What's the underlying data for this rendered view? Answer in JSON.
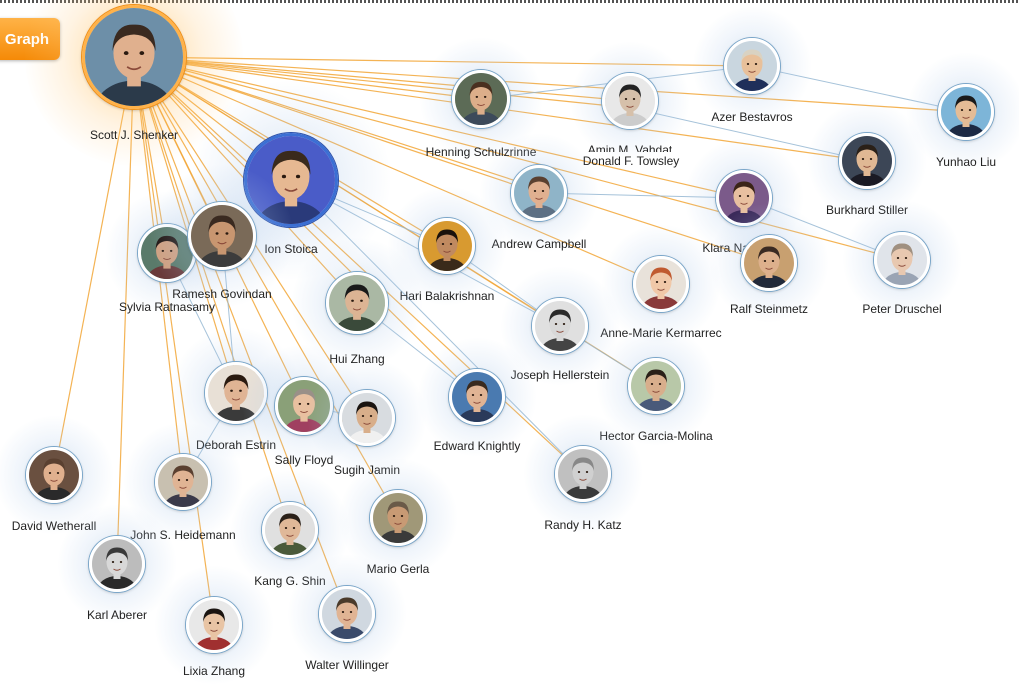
{
  "tab": {
    "label": "Graph"
  },
  "center_id": "shenker",
  "people": [
    {
      "id": "shenker",
      "name": "Scott J. Shenker",
      "skin": "#e0b08e",
      "hair": "#3a2a20",
      "bg": "#6d8fa8",
      "shirt": "#2b3a4a"
    },
    {
      "id": "bestavros",
      "name": "Azer Bestavros",
      "skin": "#e8c09a",
      "hair": "#d9d2c2",
      "bg": "#c9d6df",
      "shirt": "#1f2f5a"
    },
    {
      "id": "yunhao",
      "name": "Yunhao Liu",
      "skin": "#e4bc96",
      "hair": "#1a1a1a",
      "bg": "#7db5d8",
      "shirt": "#1c2a44"
    },
    {
      "id": "schulzrinne",
      "name": "Henning Schulzrinne",
      "skin": "#dcae8a",
      "hair": "#4a3020",
      "bg": "#5c6b56",
      "shirt": "#3c4a5a"
    },
    {
      "id": "vahdat",
      "name": "Amin M. Vahdat",
      "skin": "#d6c0aa",
      "hair": "#222222",
      "bg": "#e8e8e8",
      "shirt": "#cccccc"
    },
    {
      "id": "towsley",
      "name": "Donald F. Towsley",
      "skin": "#c8c8c8",
      "hair": "#444444",
      "bg": "#dddddd",
      "shirt": "#555555"
    },
    {
      "id": "stiller",
      "name": "Burkhard Stiller",
      "skin": "#e0b894",
      "hair": "#2a2018",
      "bg": "#3c4656",
      "shirt": "#1a1a24"
    },
    {
      "id": "campbell",
      "name": "Andrew Campbell",
      "skin": "#e0b090",
      "hair": "#5a4030",
      "bg": "#8fb4c8",
      "shirt": "#5d7084"
    },
    {
      "id": "nahrstedt",
      "name": "Klara Nahrstedt",
      "skin": "#e8c0a0",
      "hair": "#3a2418",
      "bg": "#7b5a8a",
      "shirt": "#3b2a5a"
    },
    {
      "id": "stoica",
      "name": "Ion Stoica",
      "skin": "#e6b892",
      "hair": "#3a2a1c",
      "bg": "#4a5cc8",
      "shirt": "#2a3a7a"
    },
    {
      "id": "steinmetz",
      "name": "Ralf Steinmetz",
      "skin": "#ddb08c",
      "hair": "#3a2a22",
      "bg": "#c8a070",
      "shirt": "#222a3a"
    },
    {
      "id": "druschel",
      "name": "Peter Druschel",
      "skin": "#e8c8b0",
      "hair": "#a09080",
      "bg": "#e0e4ea",
      "shirt": "#9aa4b4"
    },
    {
      "id": "ratnasamy",
      "name": "Sylvia Ratnasamy",
      "skin": "#d0a080",
      "hair": "#201410",
      "bg": "#5a7a6a",
      "shirt": "#6a3a3a"
    },
    {
      "id": "govindan",
      "name": "Ramesh Govindan",
      "skin": "#c89670",
      "hair": "#3a2a20",
      "bg": "#7a6a58",
      "shirt": "#3c3c3c"
    },
    {
      "id": "balakrishnan",
      "name": "Hari Balakrishnan",
      "skin": "#c08a60",
      "hair": "#1a120c",
      "bg": "#d89a30",
      "shirt": "#3a2a1a"
    },
    {
      "id": "kermarrec",
      "name": "Anne-Marie Kermarrec",
      "skin": "#f0c8a8",
      "hair": "#c05a30",
      "bg": "#e8e2da",
      "shirt": "#8a3a3a"
    },
    {
      "id": "huizhang",
      "name": "Hui Zhang",
      "skin": "#dcb494",
      "hair": "#1a1a1a",
      "bg": "#aab8a4",
      "shirt": "#3a4a3a"
    },
    {
      "id": "hellerstein",
      "name": "Joseph Hellerstein",
      "skin": "#d8d8d8",
      "hair": "#2a2a2a",
      "bg": "#e0e0e0",
      "shirt": "#444444"
    },
    {
      "id": "garcia",
      "name": "Hector Garcia-Molina",
      "skin": "#d8ae8c",
      "hair": "#2a2018",
      "bg": "#b8c8a8",
      "shirt": "#4a5a7a"
    },
    {
      "id": "estrin",
      "name": "Deborah Estrin",
      "skin": "#e0b494",
      "hair": "#2a1a10",
      "bg": "#e8e0d6",
      "shirt": "#3a3a3a"
    },
    {
      "id": "floyd",
      "name": "Sally Floyd",
      "skin": "#e8c0a0",
      "hair": "#9a9088",
      "bg": "#8aa078",
      "shirt": "#a04060"
    },
    {
      "id": "jamin",
      "name": "Sugih Jamin",
      "skin": "#d8ae8a",
      "hair": "#1a1410",
      "bg": "#d8dce0",
      "shirt": "#f0f0f0"
    },
    {
      "id": "knightly",
      "name": "Edward Knightly",
      "skin": "#e0b494",
      "hair": "#3a2a1e",
      "bg": "#4a7ab0",
      "shirt": "#2a3a5a"
    },
    {
      "id": "wetherall",
      "name": "David Wetherall",
      "skin": "#e0b08e",
      "hair": "#5a4030",
      "bg": "#6a5040",
      "shirt": "#2a2a2a"
    },
    {
      "id": "heidemann",
      "name": "John S. Heidemann",
      "skin": "#e0b494",
      "hair": "#5a4030",
      "bg": "#c8c0b0",
      "shirt": "#3a3a4a"
    },
    {
      "id": "katz",
      "name": "Randy H. Katz",
      "skin": "#d0d0d0",
      "hair": "#888888",
      "bg": "#c0c0c0",
      "shirt": "#3a3a3a"
    },
    {
      "id": "shin",
      "name": "Kang G. Shin",
      "skin": "#e0b898",
      "hair": "#2a2018",
      "bg": "#e0e0e0",
      "shirt": "#4a5a3a"
    },
    {
      "id": "gerla",
      "name": "Mario Gerla",
      "skin": "#c89a74",
      "hair": "#6a5a48",
      "bg": "#a09878",
      "shirt": "#3a3a3a"
    },
    {
      "id": "aberer",
      "name": "Karl Aberer",
      "skin": "#d8d8d8",
      "hair": "#3a3a3a",
      "bg": "#bcbcbc",
      "shirt": "#2a2a2a"
    },
    {
      "id": "willinger",
      "name": "Walter Willinger",
      "skin": "#e0b494",
      "hair": "#4a3a2a",
      "bg": "#d0d8e0",
      "shirt": "#3a4a6a"
    },
    {
      "id": "lixiazhang",
      "name": "Lixia Zhang",
      "skin": "#e8c4a4",
      "hair": "#1a1410",
      "bg": "#e8e8e8",
      "shirt": "#a03030"
    }
  ],
  "links": [
    [
      "shenker",
      "bestavros"
    ],
    [
      "shenker",
      "yunhao"
    ],
    [
      "shenker",
      "schulzrinne"
    ],
    [
      "shenker",
      "vahdat"
    ],
    [
      "shenker",
      "towsley"
    ],
    [
      "shenker",
      "stiller"
    ],
    [
      "shenker",
      "campbell"
    ],
    [
      "shenker",
      "nahrstedt"
    ],
    [
      "shenker",
      "stoica"
    ],
    [
      "shenker",
      "steinmetz"
    ],
    [
      "shenker",
      "druschel"
    ],
    [
      "shenker",
      "ratnasamy"
    ],
    [
      "shenker",
      "govindan"
    ],
    [
      "shenker",
      "balakrishnan"
    ],
    [
      "shenker",
      "kermarrec"
    ],
    [
      "shenker",
      "huizhang"
    ],
    [
      "shenker",
      "hellerstein"
    ],
    [
      "shenker",
      "estrin"
    ],
    [
      "shenker",
      "floyd"
    ],
    [
      "shenker",
      "jamin"
    ],
    [
      "shenker",
      "knightly"
    ],
    [
      "shenker",
      "wetherall"
    ],
    [
      "shenker",
      "heidemann"
    ],
    [
      "shenker",
      "katz"
    ],
    [
      "shenker",
      "shin"
    ],
    [
      "shenker",
      "gerla"
    ],
    [
      "shenker",
      "aberer"
    ],
    [
      "shenker",
      "willinger"
    ],
    [
      "shenker",
      "lixiazhang"
    ],
    [
      "shenker",
      "garcia"
    ],
    [
      "schulzrinne",
      "bestavros"
    ],
    [
      "bestavros",
      "yunhao"
    ],
    [
      "towsley",
      "stiller"
    ],
    [
      "campbell",
      "nahrstedt"
    ],
    [
      "nahrstedt",
      "druschel"
    ],
    [
      "stoica",
      "balakrishnan"
    ],
    [
      "stoica",
      "hellerstein"
    ],
    [
      "stoica",
      "katz"
    ],
    [
      "hellerstein",
      "garcia"
    ],
    [
      "balakrishnan",
      "hellerstein"
    ],
    [
      "ratnasamy",
      "estrin"
    ],
    [
      "govindan",
      "estrin"
    ],
    [
      "huizhang",
      "knightly"
    ],
    [
      "floyd",
      "jamin"
    ],
    [
      "estrin",
      "heidemann"
    ]
  ]
}
